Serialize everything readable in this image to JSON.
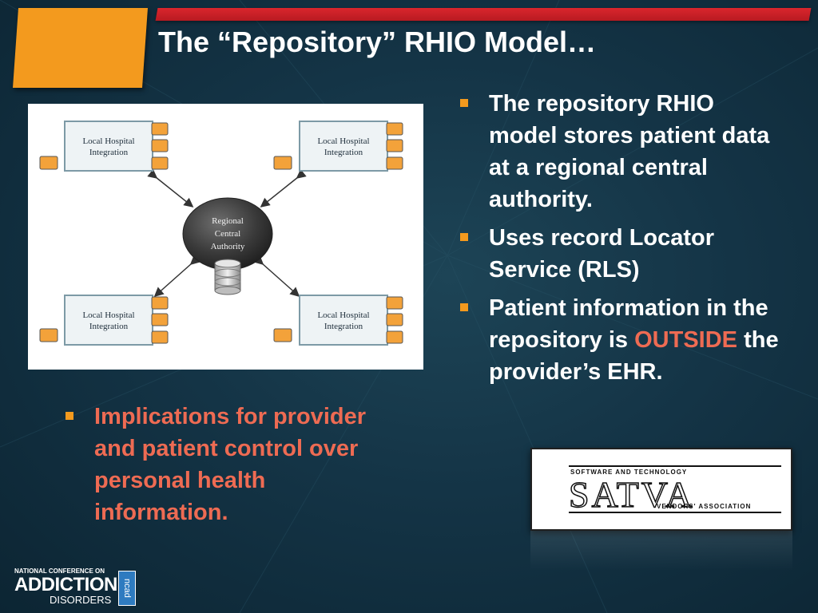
{
  "slide": {
    "title": "The “Repository” RHIO Model…"
  },
  "diagram": {
    "hospital_label_line1": "Local Hospital",
    "hospital_label_line2": "Integration",
    "central_line1": "Regional",
    "central_line2": "Central",
    "central_line3": "Authority"
  },
  "right_bullets": [
    "The repository RHIO model stores patient data at a regional central authority.",
    "Uses record Locator Service (RLS)",
    {
      "before": "Patient information in the repository is ",
      "highlight": "OUTSIDE",
      "after": " the provider’s EHR."
    }
  ],
  "left_bullets": [
    "Implications for provider and patient control over personal health information."
  ],
  "satva_logo": {
    "top": "SOFTWARE AND TECHNOLOGY",
    "main": "SATVA",
    "bottom": "VENDORS' ASSOCIATION"
  },
  "footer_logo": {
    "top": "NATIONAL CONFERENCE ON",
    "main": "ADDICTION",
    "sub": "DISORDERS",
    "mark": "ncad"
  },
  "colors": {
    "accent_orange": "#f39a1e",
    "accent_red": "#d9262d",
    "highlight_text": "#ee6b53"
  }
}
